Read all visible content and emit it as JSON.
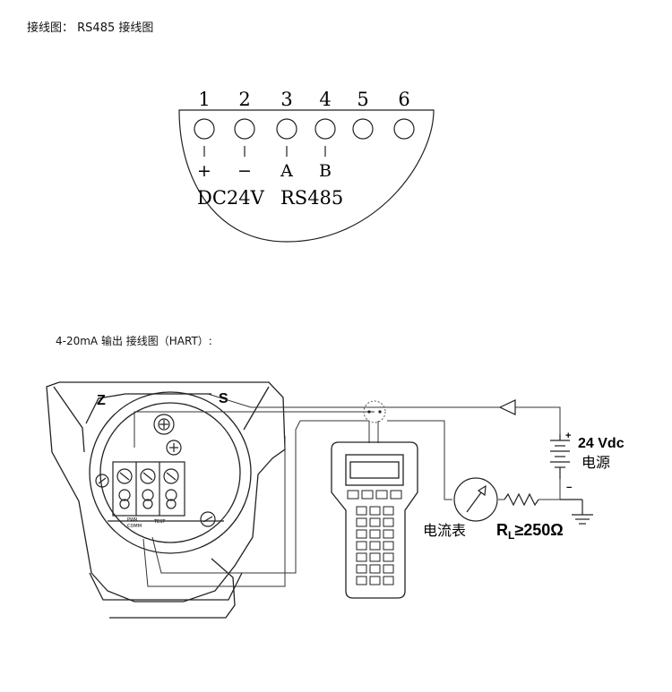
{
  "rs485_section": {
    "caption": "接线图： RS485 接线图",
    "terminals": [
      {
        "number": "1",
        "sign": "+"
      },
      {
        "number": "2",
        "sign": "−"
      },
      {
        "number": "3",
        "sign": "A"
      },
      {
        "number": "4",
        "sign": "B"
      },
      {
        "number": "5",
        "sign": ""
      },
      {
        "number": "6",
        "sign": ""
      }
    ],
    "group_labels": {
      "power": "DC24V",
      "bus": "RS485"
    }
  },
  "hart_section": {
    "caption": "4-20mA 输出 接线图（HART）:",
    "housing_labels": {
      "zero": "Z",
      "span": "S"
    },
    "terminal_labels": {
      "pwr": "PWR",
      "comm": "COMM",
      "test": "TEST"
    },
    "power_supply": {
      "voltage": "24 Vdc",
      "name": "电源",
      "plus": "+",
      "minus": "−"
    },
    "meter_label": "电流表",
    "load_resistor": {
      "symbol": "R",
      "subscript": "L",
      "condition": "≥250Ω"
    }
  }
}
